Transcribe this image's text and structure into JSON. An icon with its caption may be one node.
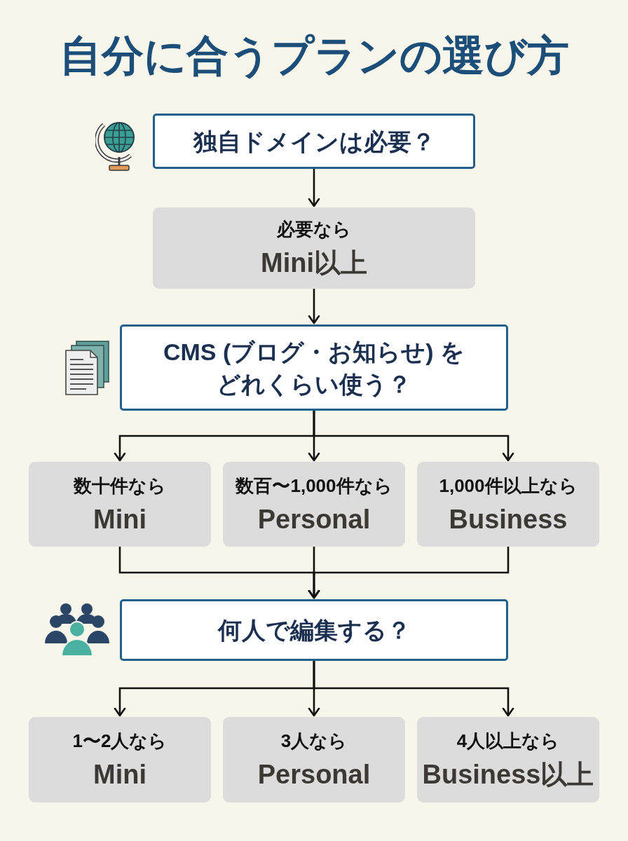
{
  "diagram": {
    "title": "自分に合うプランの選び方",
    "nodes": [
      {
        "text": [
          "独自ドメインは必要？"
        ]
      },
      {
        "text": [
          "必要なら",
          "Mini以上"
        ]
      },
      {
        "text": [
          "CMS (ブログ・お知らせ) をどれくらい使う？"
        ]
      },
      {
        "text": [
          "数十件なら",
          "Mini"
        ]
      },
      {
        "text": [
          "数百〜1,000件なら",
          "Personal"
        ]
      },
      {
        "text": [
          "1,000件以上なら",
          "Business"
        ]
      },
      {
        "text": [
          "何人で編集する？"
        ]
      },
      {
        "text": [
          "1〜2人なら",
          "Mini"
        ]
      },
      {
        "text": [
          "3人なら",
          "Personal"
        ]
      },
      {
        "text": [
          "4人以上なら",
          "Business以上"
        ]
      }
    ],
    "edges": [
      {
        "from": 0,
        "to": 1,
        "arrow": "to"
      },
      {
        "from": 1,
        "to": 2,
        "arrow": "to"
      },
      {
        "from": 2,
        "to": 3,
        "arrow": "to"
      },
      {
        "from": 2,
        "to": 4,
        "arrow": "to"
      },
      {
        "from": 2,
        "to": 5,
        "arrow": "to"
      },
      {
        "from": 3,
        "to": 6,
        "arrow": "to"
      },
      {
        "from": 4,
        "to": 6,
        "arrow": "to"
      },
      {
        "from": 5,
        "to": 6,
        "arrow": "to"
      },
      {
        "from": 6,
        "to": 7,
        "arrow": "to"
      },
      {
        "from": 6,
        "to": 8,
        "arrow": "to"
      },
      {
        "from": 6,
        "to": 9,
        "arrow": "to"
      }
    ]
  }
}
